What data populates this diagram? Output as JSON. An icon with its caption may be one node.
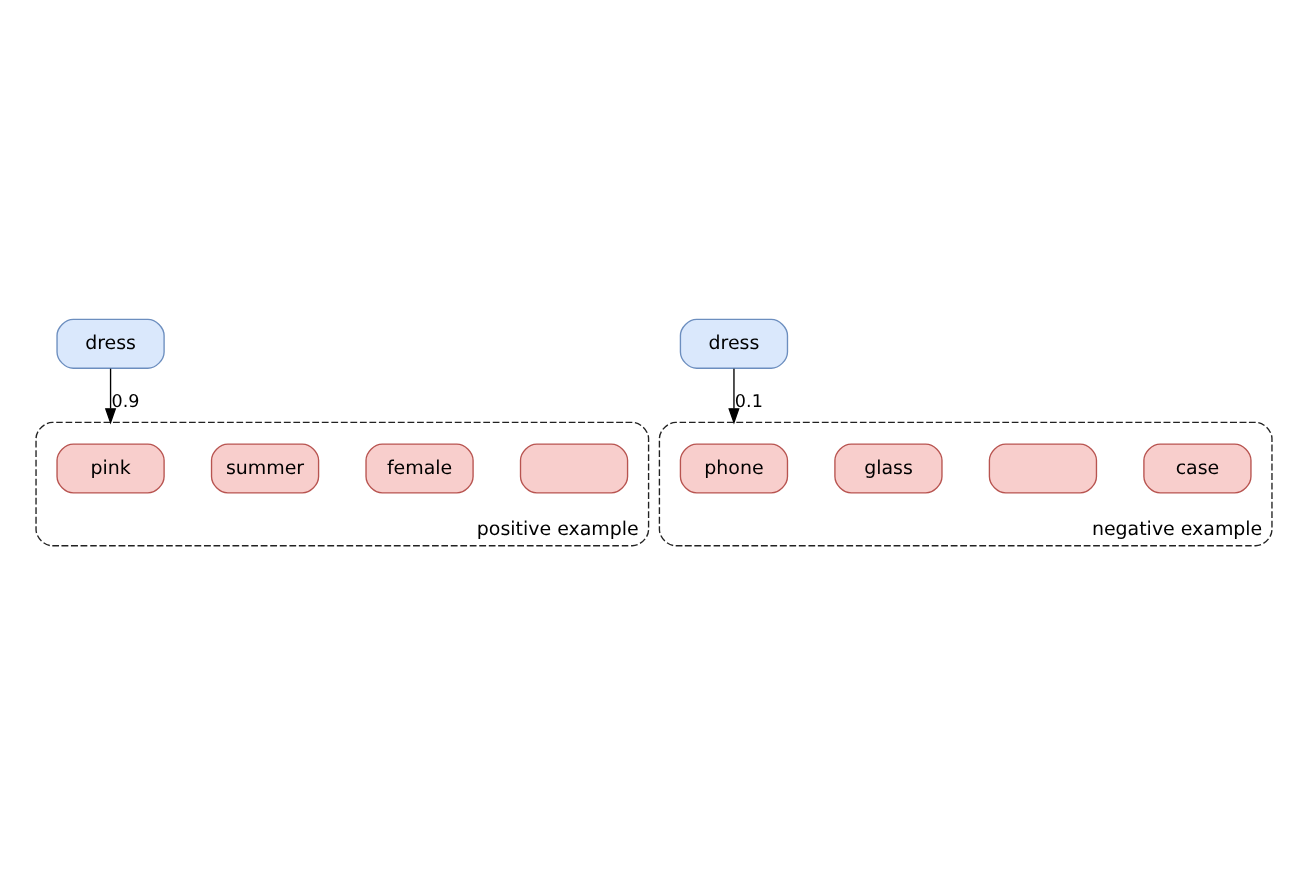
{
  "diagram": {
    "nodes": [
      {
        "text": [
          "dress"
        ]
      },
      {
        "text": [],
        "shape": "box",
        "beside": [
          "positive example"
        ]
      },
      {
        "text": [
          "pink"
        ],
        "in": 1
      },
      {
        "text": [
          "summer"
        ],
        "in": 1
      },
      {
        "text": [
          "female"
        ],
        "in": 1
      },
      {
        "text": [],
        "shape": "box",
        "in": 1
      },
      {
        "text": [
          "dress"
        ]
      },
      {
        "text": [],
        "shape": "box",
        "beside": [
          "negative example"
        ]
      },
      {
        "text": [
          "phone"
        ],
        "in": 7
      },
      {
        "text": [
          "glass"
        ],
        "in": 7
      },
      {
        "text": [],
        "shape": "box",
        "in": 7
      },
      {
        "text": [
          "case"
        ],
        "in": 7
      }
    ],
    "edges": [
      {
        "from": 0,
        "to": 1,
        "arrow": "to",
        "label": "0.9"
      },
      {
        "from": 6,
        "to": 7,
        "arrow": "to",
        "label": "0.1"
      }
    ]
  }
}
